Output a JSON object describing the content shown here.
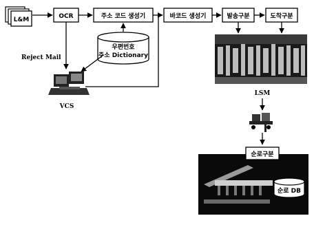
{
  "nodes": {
    "mail_stack_label": "L&M",
    "ocr": "OCR",
    "address_code_generator": "주소 코드 생성기",
    "barcode_generator": "바코드 생성기",
    "dispatch_sort": "발송구분",
    "arrival_sort": "도착구분",
    "postal_db_line1": "우편번호",
    "postal_db_line2": "주소 Dictionary",
    "reject_mail": "Reject Mail",
    "vcs": "VCS",
    "lsm": "LSM",
    "route_sort": "순로구분",
    "route_db": "순로 DB"
  }
}
